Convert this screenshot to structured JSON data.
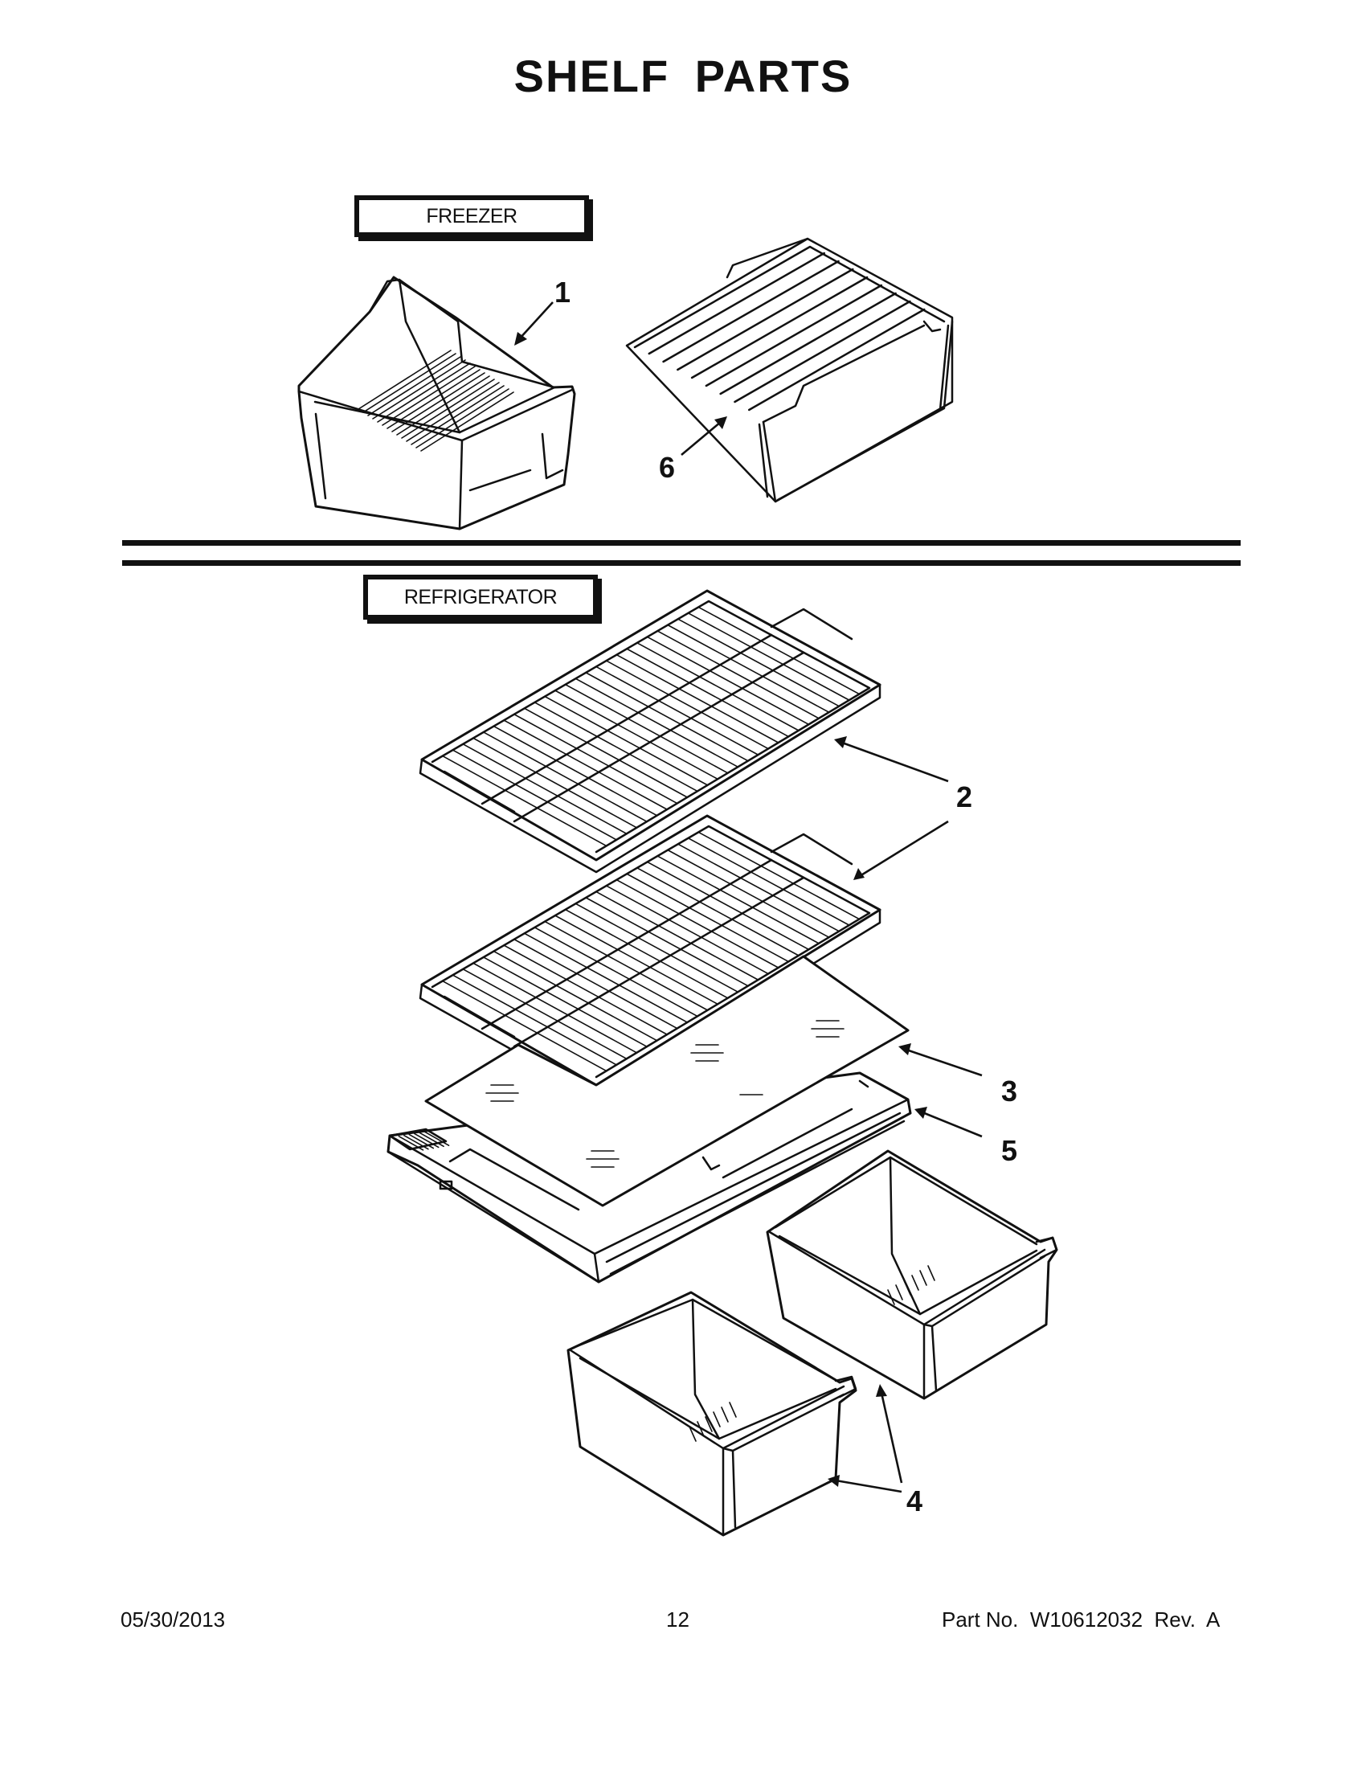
{
  "title": "SHELF PARTS",
  "sections": {
    "freezer": "FREEZER",
    "refrigerator": "REFRIGERATOR"
  },
  "callouts": [
    "1",
    "2",
    "3",
    "4",
    "5",
    "6"
  ],
  "footer": {
    "date": "05/30/2013",
    "page_number": "12",
    "part_number": "Part No.  W10612032  Rev.  A"
  }
}
